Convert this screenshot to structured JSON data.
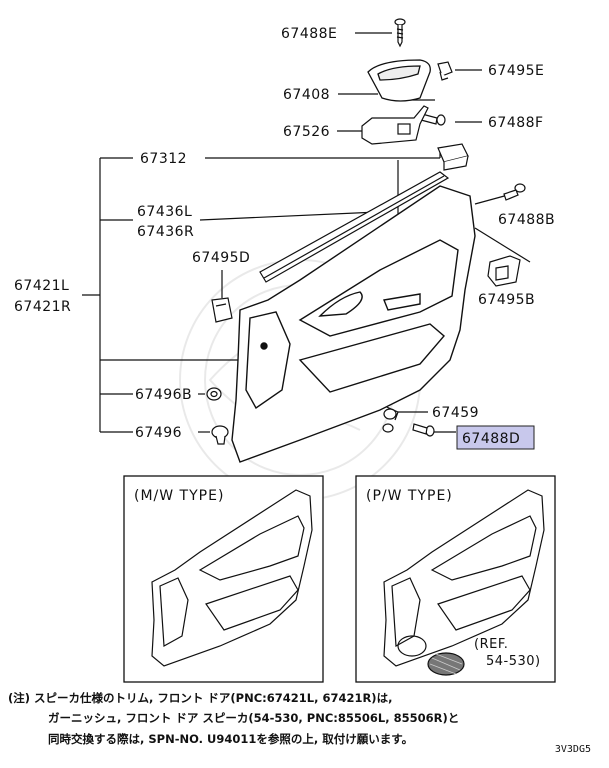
{
  "labels": {
    "p67488E": "67488E",
    "p67495E": "67495E",
    "p67408": "67408",
    "p67488F": "67488F",
    "p67526": "67526",
    "p67312": "67312",
    "p67488B": "67488B",
    "p67436L": "67436L",
    "p67436R": "67436R",
    "p67495D": "67495D",
    "p67421L": "67421L",
    "p67421R": "67421R",
    "p67495B": "67495B",
    "p67496B": "67496B",
    "p67459": "67459",
    "p67496": "67496",
    "p67488D": "67488D"
  },
  "highlight_color": "#c8c8ec",
  "insets": {
    "mw_title": "(M/W TYPE)",
    "pw_title": "(P/W TYPE)",
    "ref_line1": "(REF.",
    "ref_line2": "54-530)"
  },
  "notes": {
    "line1": "(注) スピーカ仕様のトリム, フロント ドア(PNC:67421L, 67421R)は,",
    "line2": "ガーニッシュ, フロント ドア スピーカ(54-530, PNC:85506L, 85506R)と",
    "line3": "同時交換する際は, SPN-NO. U94011を参照の上, 取付け願います。"
  },
  "diagram_code": "3V3DG5"
}
